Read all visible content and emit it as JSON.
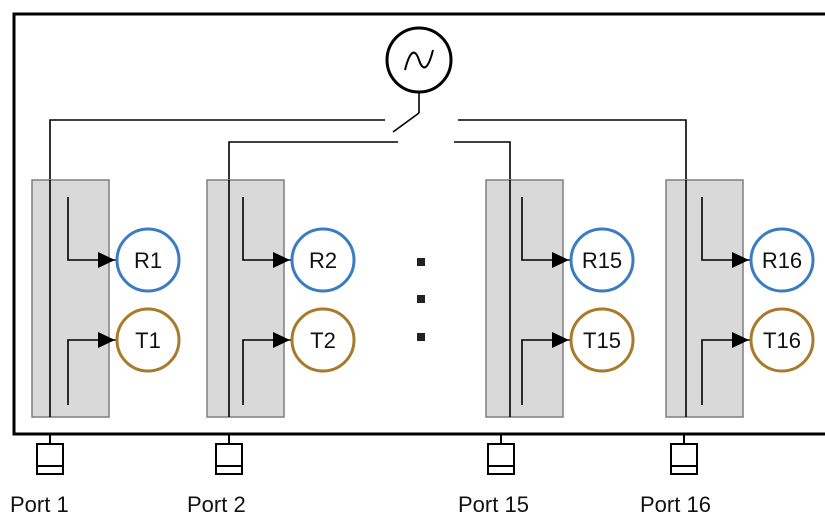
{
  "source_symbol": "source-sine-icon",
  "channels": [
    {
      "port_label": "Port 1",
      "r_label": "R1",
      "t_label": "T1"
    },
    {
      "port_label": "Port 2",
      "r_label": "R2",
      "t_label": "T2"
    },
    {
      "port_label": "Port 15",
      "r_label": "R15",
      "t_label": "T15"
    },
    {
      "port_label": "Port 16",
      "r_label": "R16",
      "t_label": "T16"
    }
  ],
  "colors": {
    "receiver_r": "#3a7cc4",
    "receiver_t": "#a87a2a",
    "coupler_fill": "#d9d9d9",
    "coupler_stroke": "#7f7f7f",
    "line": "#000000"
  }
}
